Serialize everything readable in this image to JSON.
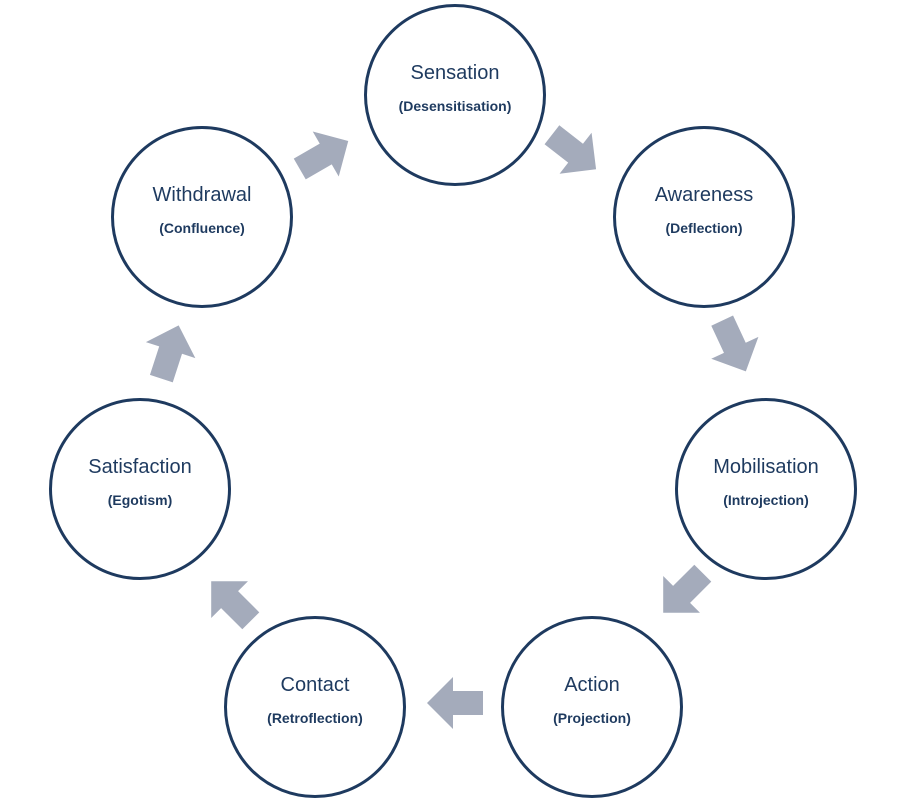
{
  "colors": {
    "circle_border": "#1e3a5f",
    "text": "#1e3a5f",
    "arrow": "#a4abbb"
  },
  "stages": [
    {
      "name": "Sensation",
      "block": "(Desensitisation)"
    },
    {
      "name": "Awareness",
      "block": "(Deflection)"
    },
    {
      "name": "Mobilisation",
      "block": "(Introjection)"
    },
    {
      "name": "Action",
      "block": "(Projection)"
    },
    {
      "name": "Contact",
      "block": "(Retroflection)"
    },
    {
      "name": "Satisfaction",
      "block": "(Egotism)"
    },
    {
      "name": "Withdrawal",
      "block": "(Confluence)"
    }
  ]
}
